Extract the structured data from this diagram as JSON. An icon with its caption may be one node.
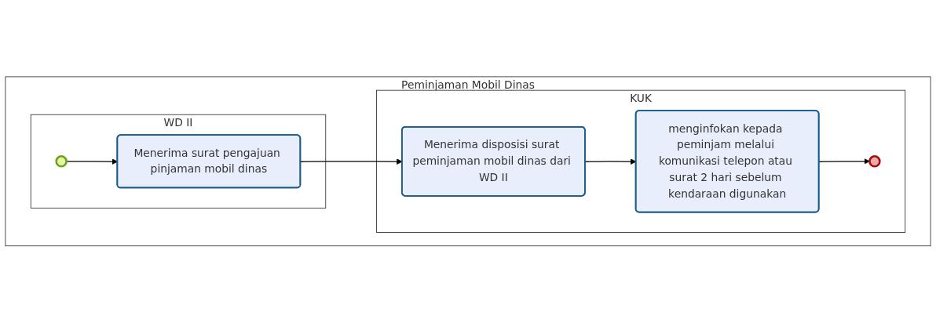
{
  "diagram": {
    "nodes": [
      {
        "text": [
          "Peminjaman Mobil Dinas"
        ]
      },
      {
        "text": [
          "WD II"
        ],
        "in": 0
      },
      {
        "text": [
          "KUK"
        ],
        "in": 0
      },
      {
        "text": [],
        "shape": "circle",
        "in": 1
      },
      {
        "text": [
          "Menerima surat pengajuan pinjaman mobil dinas"
        ],
        "in": 1
      },
      {
        "text": [
          "Menerima disposisi surat peminjaman mobil dinas dari WD II"
        ],
        "in": 2
      },
      {
        "text": [
          "menginfokan kepada peminjam melalui komunikasi telepon atau surat 2 hari sebelum kendaraan digunakan"
        ],
        "in": 2
      },
      {
        "text": [],
        "shape": "circle",
        "in": 2
      }
    ],
    "edges": [
      {
        "from": 3,
        "to": 4,
        "arrow": "to"
      },
      {
        "from": 4,
        "to": 5,
        "arrow": "to"
      },
      {
        "from": 5,
        "to": 6,
        "arrow": "to"
      },
      {
        "from": 6,
        "to": 7,
        "arrow": "to"
      }
    ]
  }
}
